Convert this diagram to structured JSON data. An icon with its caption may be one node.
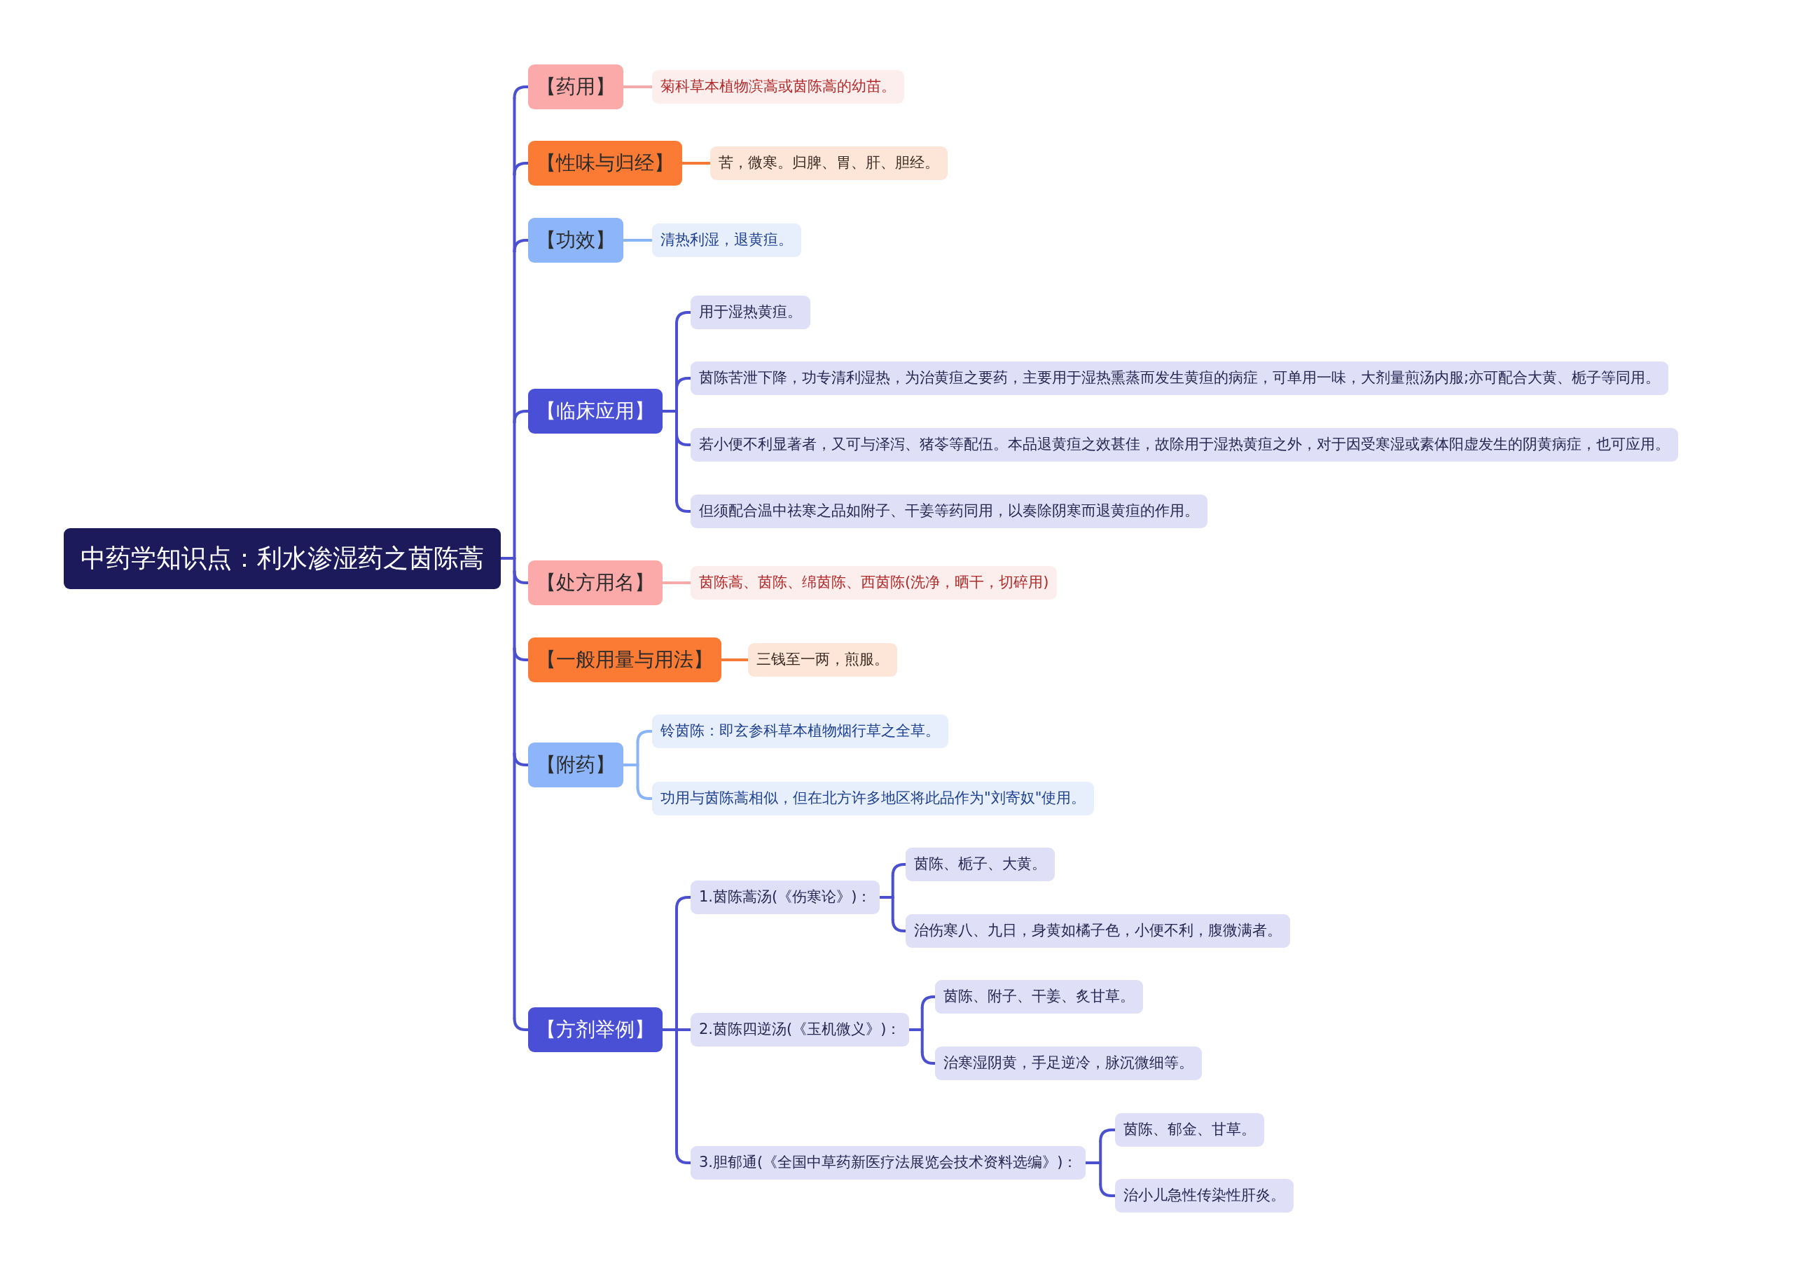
{
  "diagram": {
    "nodes": [
      {
        "text": [
          "中药学知识点：利水渗湿药之茵陈蒿"
        ]
      },
      {
        "text": [
          "【药用】"
        ]
      },
      {
        "text": [
          "菊科草本植物滨蒿或茵陈蒿的幼苗。"
        ]
      },
      {
        "text": [
          "【性味与归经】"
        ]
      },
      {
        "text": [
          "苦，微寒。归脾、胃、肝、胆经。"
        ]
      },
      {
        "text": [
          "【功效】"
        ]
      },
      {
        "text": [
          "清热利湿，退黄疸。"
        ]
      },
      {
        "text": [
          "【临床应用】"
        ]
      },
      {
        "text": [
          "用于湿热黄疸。"
        ]
      },
      {
        "text": [
          "茵陈苦泄下降，功专清利湿热，为治黄疸之要药，主要用于湿热熏蒸而发生黄疸的病症，可单用一味，大剂量煎汤内服;亦可配合大黄、栀子等同用。"
        ]
      },
      {
        "text": [
          "若小便不利显著者，又可与泽泻、猪苓等配伍。本品退黄疸之效甚佳，故除用于湿热黄疸之外，对于因受寒湿或素体阳虚发生的阴黄病症，也可应用。"
        ]
      },
      {
        "text": [
          "但须配合温中祛寒之品如附子、干姜等药同用，以奏除阴寒而退黄疸的作用。"
        ]
      },
      {
        "text": [
          "【处方用名】"
        ]
      },
      {
        "text": [
          "茵陈蒿、茵陈、绵茵陈、西茵陈(洗净，晒干，切碎用)"
        ]
      },
      {
        "text": [
          "【一般用量与用法】"
        ]
      },
      {
        "text": [
          "三钱至一两，煎服。"
        ]
      },
      {
        "text": [
          "【附药】"
        ]
      },
      {
        "text": [
          "铃茵陈：即玄参科草本植物烟行草之全草。"
        ]
      },
      {
        "text": [
          "功用与茵陈蒿相似，但在北方许多地区将此品作为\"刘寄奴\"使用。"
        ]
      },
      {
        "text": [
          "【方剂举例】"
        ]
      },
      {
        "text": [
          "1.茵陈蒿汤(《伤寒论》)："
        ]
      },
      {
        "text": [
          "茵陈、栀子、大黄。"
        ]
      },
      {
        "text": [
          "治伤寒八、九日，身黄如橘子色，小便不利，腹微满者。"
        ]
      },
      {
        "text": [
          "2.茵陈四逆汤(《玉机微义》)："
        ]
      },
      {
        "text": [
          "茵陈、附子、干姜、炙甘草。"
        ]
      },
      {
        "text": [
          "治寒湿阴黄，手足逆冷，脉沉微细等。"
        ]
      },
      {
        "text": [
          "3.胆郁通(《全国中草药新医疗法展览会技术资料选编》)："
        ]
      },
      {
        "text": [
          "茵陈、郁金、甘草。"
        ]
      },
      {
        "text": [
          "治小儿急性传染性肝炎。"
        ]
      }
    ],
    "edges": [
      {
        "from": 0,
        "to": 1,
        "arrow": "none"
      },
      {
        "from": 1,
        "to": 2,
        "arrow": "none",
        "color": "#f5a9a9"
      },
      {
        "from": 0,
        "to": 3,
        "arrow": "none"
      },
      {
        "from": 3,
        "to": 4,
        "arrow": "none",
        "color": "#f47a36"
      },
      {
        "from": 0,
        "to": 5,
        "arrow": "none"
      },
      {
        "from": 5,
        "to": 6,
        "arrow": "none",
        "color": "#8ab4f8"
      },
      {
        "from": 0,
        "to": 7,
        "arrow": "none"
      },
      {
        "from": 7,
        "to": 8,
        "arrow": "none"
      },
      {
        "from": 7,
        "to": 9,
        "arrow": "none"
      },
      {
        "from": 7,
        "to": 10,
        "arrow": "none"
      },
      {
        "from": 7,
        "to": 11,
        "arrow": "none"
      },
      {
        "from": 0,
        "to": 12,
        "arrow": "none"
      },
      {
        "from": 12,
        "to": 13,
        "arrow": "none",
        "color": "#f5a9a9"
      },
      {
        "from": 0,
        "to": 14,
        "arrow": "none"
      },
      {
        "from": 14,
        "to": 15,
        "arrow": "none",
        "color": "#f47a36"
      },
      {
        "from": 0,
        "to": 16,
        "arrow": "none"
      },
      {
        "from": 16,
        "to": 17,
        "arrow": "none",
        "color": "#8ab4f8"
      },
      {
        "from": 16,
        "to": 18,
        "arrow": "none",
        "color": "#8ab4f8"
      },
      {
        "from": 0,
        "to": 19,
        "arrow": "none"
      },
      {
        "from": 19,
        "to": 20,
        "arrow": "none"
      },
      {
        "from": 20,
        "to": 21,
        "arrow": "none"
      },
      {
        "from": 20,
        "to": 22,
        "arrow": "none"
      },
      {
        "from": 19,
        "to": 23,
        "arrow": "none"
      },
      {
        "from": 23,
        "to": 24,
        "arrow": "none"
      },
      {
        "from": 23,
        "to": 25,
        "arrow": "none"
      },
      {
        "from": 19,
        "to": 26,
        "arrow": "none"
      },
      {
        "from": 26,
        "to": 27,
        "arrow": "none"
      },
      {
        "from": 26,
        "to": 28,
        "arrow": "none"
      }
    ]
  }
}
